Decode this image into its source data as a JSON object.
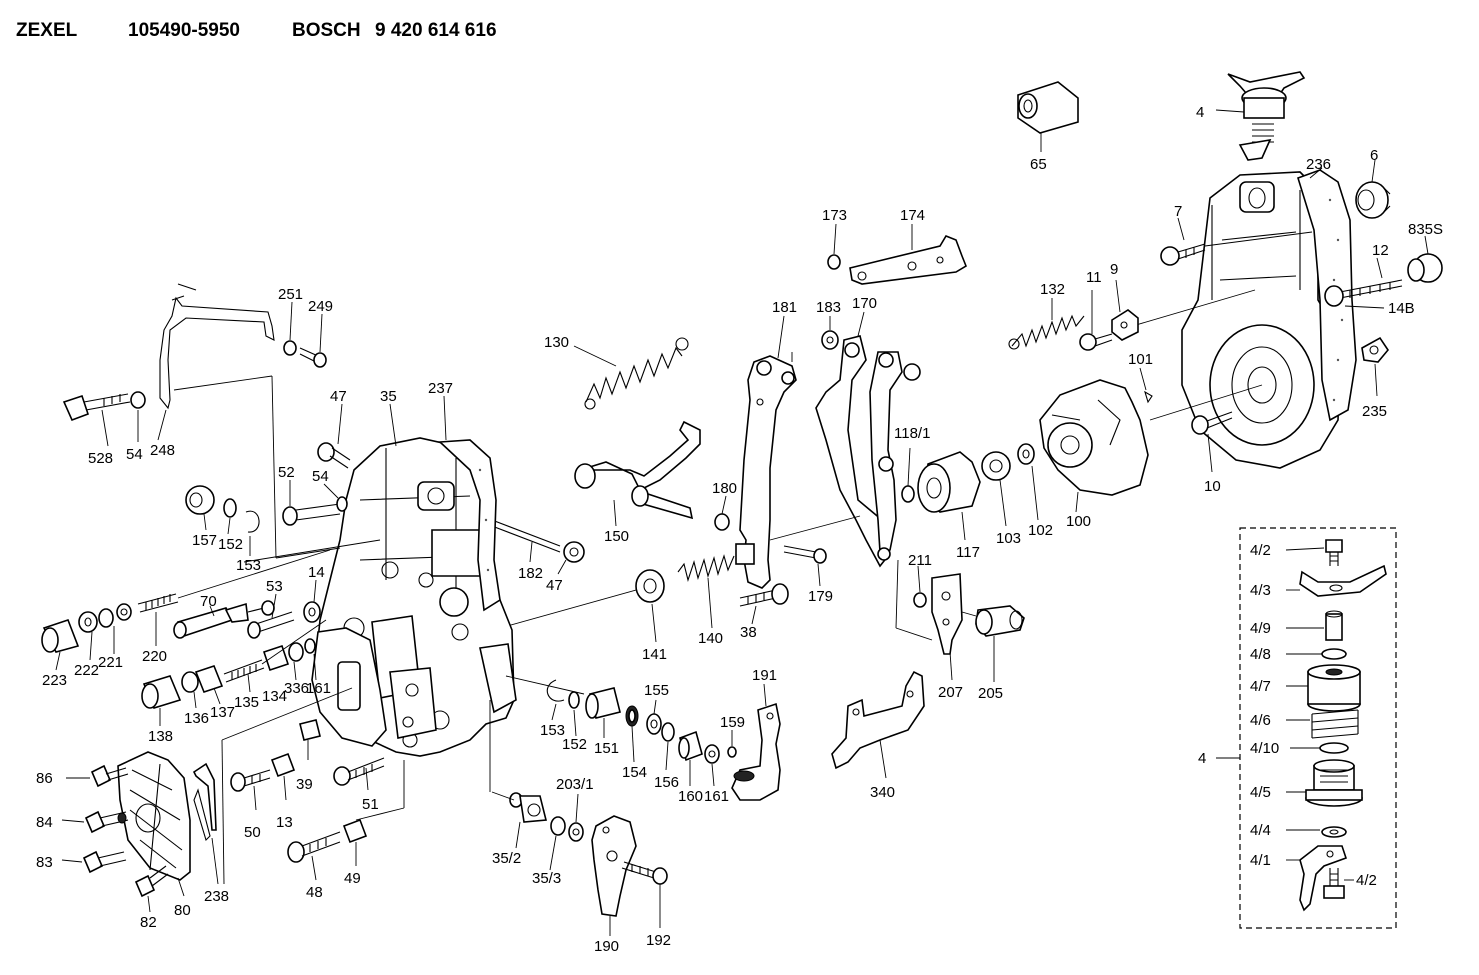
{
  "header": {
    "brand1": "ZEXEL",
    "part_no1": "105490-5950",
    "brand2": "BOSCH",
    "part_no2": "9 420 614 616"
  },
  "labels": {
    "p65": "65",
    "p4": "4",
    "p236": "236",
    "p6": "6",
    "p7": "7",
    "p835s": "835S",
    "p12": "12",
    "p14b": "14B",
    "p235": "235",
    "p10": "10",
    "p11": "11",
    "p9": "9",
    "p132": "132",
    "p101": "101",
    "p100": "100",
    "p102": "102",
    "p103": "103",
    "p117": "117",
    "p118_1": "118/1",
    "p173": "173",
    "p174": "174",
    "p183": "183",
    "p170": "170",
    "p181": "181",
    "p130": "130",
    "p150": "150",
    "p180": "180",
    "p179": "179",
    "p182": "182",
    "p47a": "47",
    "p47b": "47",
    "p211": "211",
    "p207": "207",
    "p205": "205",
    "p251": "251",
    "p249": "249",
    "p528": "528",
    "p54a": "54",
    "p248": "248",
    "p35": "35",
    "p237": "237",
    "p52": "52",
    "p54b": "54",
    "p157": "157",
    "p152a": "152",
    "p153a": "153",
    "p53": "53",
    "p14": "14",
    "p70": "70",
    "p141": "141",
    "p140": "140",
    "p38": "38",
    "p223": "223",
    "p222": "222",
    "p221": "221",
    "p220": "220",
    "p138": "138",
    "p136": "136",
    "p137": "137",
    "p135": "135",
    "p134": "134",
    "p336": "336",
    "p161a": "161",
    "p39": "39",
    "p50": "50",
    "p13": "13",
    "p51": "51",
    "p48": "48",
    "p49": "49",
    "p86": "86",
    "p84": "84",
    "p83": "83",
    "p82": "82",
    "p80": "80",
    "p238": "238",
    "p153b": "153",
    "p152b": "152",
    "p151": "151",
    "p155": "155",
    "p154": "154",
    "p156": "156",
    "p160": "160",
    "p161b": "161",
    "p159": "159",
    "p191": "191",
    "p35_2": "35/2",
    "p35_3": "35/3",
    "p203_1": "203/1",
    "p190": "190",
    "p192": "192",
    "p340": "340",
    "d4_2a": "4/2",
    "d4_3": "4/3",
    "d4_9": "4/9",
    "d4_8": "4/8",
    "d4_7": "4/7",
    "d4_6": "4/6",
    "d4_10": "4/10",
    "d4": "4",
    "d4_5": "4/5",
    "d4_4": "4/4",
    "d4_1": "4/1",
    "d4_2b": "4/2"
  }
}
